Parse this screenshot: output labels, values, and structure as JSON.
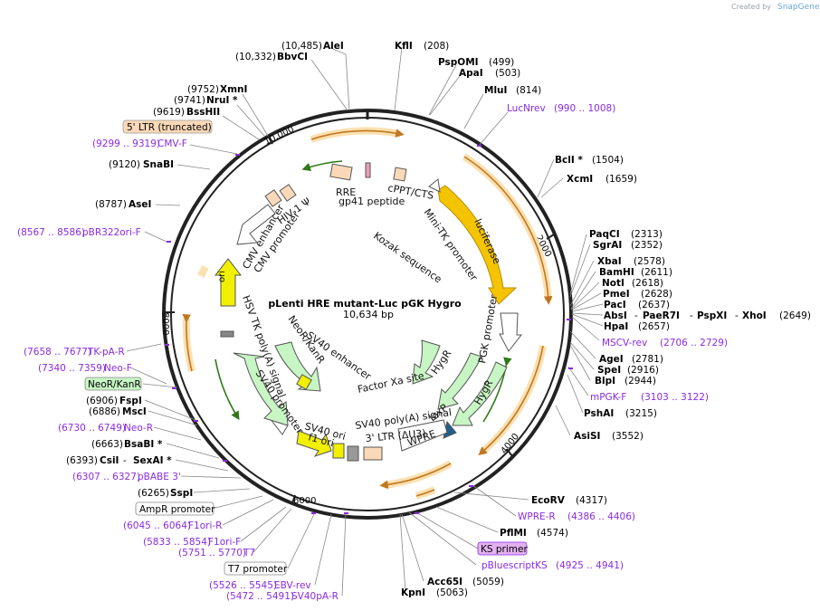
{
  "credit": {
    "text": "Created by",
    "brand": "SnapGene"
  },
  "map": {
    "name": "pLenti HRE mutant-Luc pGK Hygro",
    "length": "10,634 bp",
    "ticks": [
      "2000",
      "4000",
      "6000",
      "8000",
      "10,000"
    ]
  },
  "features": {
    "ltr5": "5' LTR (truncated)",
    "rre": "RRE",
    "gp41": "gp41 peptide",
    "cppt": "cPPT/CTS",
    "hiv": "HIV-1 Ψ",
    "cmv_enh": "CMV enhancer",
    "cmv_prom": "CMV promoter",
    "ori": "ori",
    "luciferase": "luciferase",
    "kozak": "Kozak sequence",
    "minitk": "Mini-TK promoter",
    "pgk": "PGK promoter",
    "hygr1": "HygR",
    "hygr2": "HygR",
    "hsv": "HSV TK poly(A) signal",
    "neor": "NeoR/KanR",
    "sv40enh": "SV40 enhancer",
    "sv40prom": "SV40 promoter",
    "factorxa": "Factor Xa site",
    "sv40ori": "SV40 ori",
    "f1ori": "f1 ori",
    "sv40pa": "SV40 poly(A) signal",
    "loxp": "loxP",
    "ltr3": "3' LTR (ΔU3)",
    "wpre": "WPRE"
  },
  "sites": {
    "alei": {
      "pos": "(10,485)",
      "name": "AleI"
    },
    "bbvci": {
      "pos": "(10,332)",
      "name": "BbvCI"
    },
    "kfli": {
      "name": "KflI",
      "pos": "(208)"
    },
    "pspomi": {
      "name": "PspOMI",
      "pos": "(499)"
    },
    "apai": {
      "name": "ApaI",
      "pos": "(503)"
    },
    "mlui": {
      "name": "MluI",
      "pos": "(814)"
    },
    "lucnrev": {
      "name": "LucNrev",
      "pos": "(990 .. 1008)"
    },
    "xmni": {
      "pos": "(9752)",
      "name": "XmnI"
    },
    "nrui": {
      "pos": "(9741)",
      "name": "NruI *"
    },
    "bsshii": {
      "pos": "(9619)",
      "name": "BssHII"
    },
    "cmvf": {
      "pos": "(9299 .. 9319)",
      "name": "CMV-F"
    },
    "snabi": {
      "pos": "(9120)",
      "name": "SnaBI"
    },
    "asei": {
      "pos": "(8787)",
      "name": "AseI"
    },
    "pbr322": {
      "pos": "(8567 .. 8586)",
      "name": "pBR322ori-F"
    },
    "bcli": {
      "name": "BclI *",
      "pos": "(1504)"
    },
    "xcmi": {
      "name": "XcmI",
      "pos": "(1659)"
    },
    "paqci": {
      "name": "PaqCI",
      "pos": "(2313)"
    },
    "sgrai": {
      "name": "SgrAI",
      "pos": "(2352)"
    },
    "xbai": {
      "name": "XbaI",
      "pos": "(2578)"
    },
    "bamhi": {
      "name": "BamHI",
      "pos": "(2611)"
    },
    "noti": {
      "name": "NotI",
      "pos": "(2618)"
    },
    "pmei": {
      "name": "PmeI",
      "pos": "(2628)"
    },
    "paci": {
      "name": "PacI",
      "pos": "(2637)"
    },
    "absi": {
      "name": "AbsI",
      "sep1": "-",
      "name2": "PaeR7I",
      "sep2": "-",
      "name3": "PspXI",
      "sep3": "-",
      "name4": "XhoI",
      "pos": "(2649)"
    },
    "hpai": {
      "name": "HpaI",
      "pos": "(2657)"
    },
    "mscv": {
      "name": "MSCV-rev",
      "pos": "(2706 .. 2729)"
    },
    "agei": {
      "name": "AgeI",
      "pos": "(2781)"
    },
    "spei": {
      "name": "SpeI",
      "pos": "(2916)"
    },
    "blpi": {
      "name": "BlpI",
      "pos": "(2944)"
    },
    "mpgkf": {
      "name": "mPGK-F",
      "pos": "(3103 .. 3122)"
    },
    "pshai": {
      "name": "PshAI",
      "pos": "(3215)"
    },
    "asisi": {
      "name": "AsiSI",
      "pos": "(3552)"
    },
    "tkpar": {
      "pos": "(7658 .. 7677)",
      "name": "TK-pA-R"
    },
    "neof": {
      "pos": "(7340 .. 7359)",
      "name": "Neo-F"
    },
    "neorbox": "NeoR/KanR",
    "fspi": {
      "pos": "(6906)",
      "name": "FspI"
    },
    "msci": {
      "pos": "(6886)",
      "name": "MscI"
    },
    "neor": {
      "pos": "(6730 .. 6749)",
      "name": "Neo-R"
    },
    "bsabi": {
      "pos": "(6663)",
      "name": "BsaBI *"
    },
    "csii": {
      "pos": "(6393)",
      "name": "CsiI",
      "sep": "-",
      "name2": "SexAI *"
    },
    "pbabe": {
      "pos": "(6307 .. 6327)",
      "name": "pBABE 3'"
    },
    "sspi": {
      "pos": "(6265)",
      "name": "SspI"
    },
    "ampr": "AmpR promoter",
    "f1orir": {
      "pos": "(6045 .. 6064)",
      "name": "F1ori-R"
    },
    "f1orif": {
      "pos": "(5833 .. 5854)",
      "name": "F1ori-F"
    },
    "t7": {
      "pos": "(5751 .. 5770)",
      "name": "T7"
    },
    "t7prom": "T7 promoter",
    "ebv": {
      "pos": "(5526 .. 5545)",
      "name": "EBV-rev"
    },
    "sv40par": {
      "pos": "(5472 .. 5491)",
      "name": "SV40pA-R"
    },
    "ecorv": {
      "name": "EcoRV",
      "pos": "(4317)"
    },
    "wprer": {
      "name": "WPRE-R",
      "pos": "(4386 .. 4406)"
    },
    "pflmi": {
      "name": "PflMI",
      "pos": "(4574)"
    },
    "ks": "KS primer",
    "pbluescript": {
      "name": "pBluescriptKS",
      "pos": "(4925 .. 4941)"
    },
    "acc65i": {
      "name": "Acc65I",
      "pos": "(5059)"
    },
    "kpni": {
      "name": "KpnI",
      "pos": "(5063)"
    }
  },
  "colors": {
    "luciferase": "#f5c400",
    "ori": "#f0f000",
    "resistance": "#c7f5c4",
    "promoter": "#ffffff",
    "ltr": "#fbd9b8",
    "primer": "#8a2be2",
    "orf": "#f0a030",
    "backbone": "#222222"
  }
}
